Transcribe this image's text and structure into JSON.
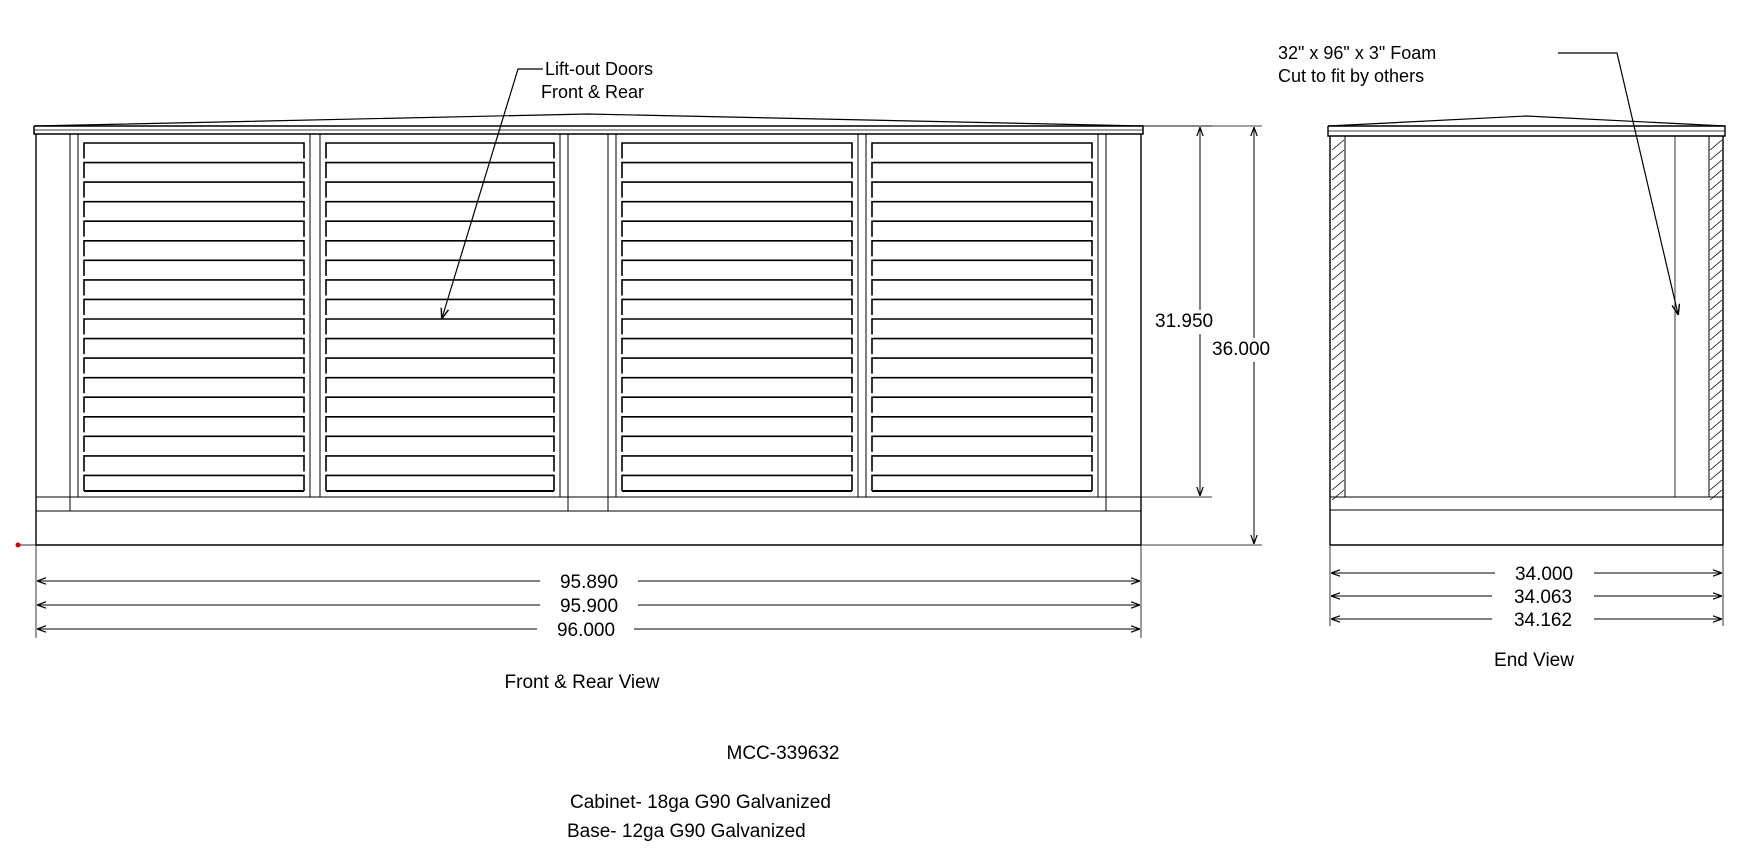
{
  "front_view": {
    "callout": [
      "Lift-out Doors",
      "Front & Rear"
    ],
    "dim_height_inner": "31.950",
    "dim_height_outer": "36.000",
    "dim_widths": [
      "95.890",
      "95.900",
      "96.000"
    ],
    "caption": "Front & Rear View",
    "louver_panels": 4,
    "louvers_per_panel": 18
  },
  "end_view": {
    "callout": [
      "32\" x 96\" x 3\" Foam",
      "Cut to fit by others"
    ],
    "dim_widths": [
      "34.000",
      "34.063",
      "34.162"
    ],
    "caption": "End View"
  },
  "notes": {
    "part_number": "MCC-339632",
    "material_cabinet": "Cabinet- 18ga G90 Galvanized",
    "material_base": "Base- 12ga G90 Galvanized"
  }
}
